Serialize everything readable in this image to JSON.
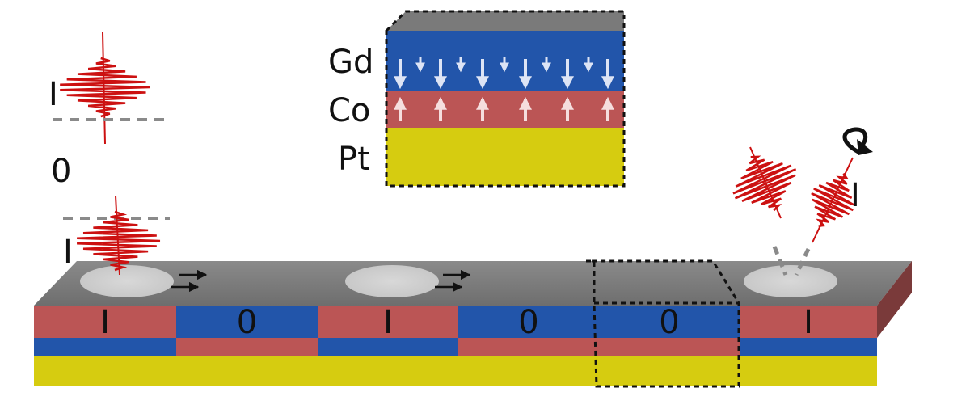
{
  "inset": {
    "layers": [
      {
        "label": "Gd",
        "color": "#2255aa"
      },
      {
        "label": "Co",
        "color": "#bb5555"
      },
      {
        "label": "Pt",
        "color": "#d6cc10"
      }
    ]
  },
  "track": {
    "bits": [
      "I",
      "0",
      "I",
      "0",
      "0",
      "I"
    ],
    "top_color": "#7a7a7a",
    "red": "#bb5555",
    "blue": "#2255aa",
    "yellow": "#d6cc10"
  },
  "pulses": {
    "top_left_label": "I",
    "middle_left_label": "0",
    "lower_left_label": "I",
    "right_label": "I"
  },
  "icons": [
    "pulse-icon",
    "arrow-right-icon",
    "rotate-arrow-icon",
    "dashed-line-icon"
  ]
}
